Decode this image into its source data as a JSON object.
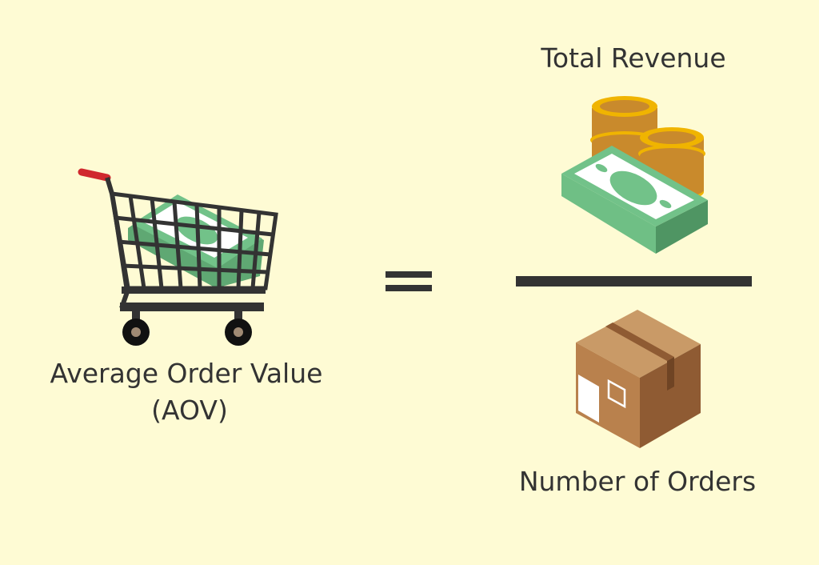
{
  "formula": {
    "left_label_line1": "Average Order Value",
    "left_label_line2": "(AOV)",
    "numerator_label": "Total Revenue",
    "denominator_label": "Number of Orders",
    "operator": "="
  },
  "icons": {
    "left": "shopping-cart-with-money-icon",
    "numerator": "coins-and-cash-icon",
    "denominator": "cardboard-box-icon"
  },
  "colors": {
    "background": "#fefbd4",
    "text": "#333333",
    "money_green": "#6fbf85",
    "coin_gold": "#d4922a",
    "box_brown": "#b9814d",
    "cart_dark": "#333333",
    "handle_red": "#d0282e"
  }
}
